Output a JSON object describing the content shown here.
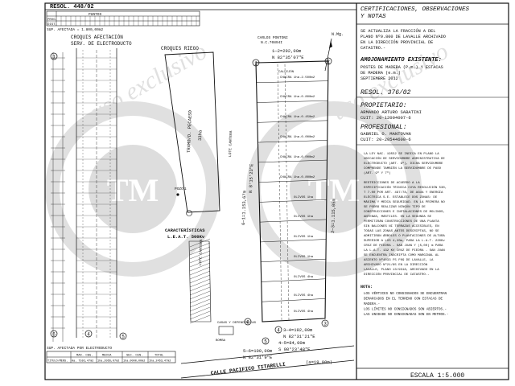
{
  "header": {
    "resol_top": "RESOL. 448/02",
    "col_puntos": "PUNTOS",
    "row_prog": "PROG.",
    "row_dist": "DIST.",
    "sup_afectada": "SUP. AFECTADA = 1.800,00m2"
  },
  "left_panel": {
    "croquis_afectacion": "CROQUIS AFECTACIÓN",
    "serv_electroducto": "SERV. DE ELECTRODUCTO",
    "croquis_riego": "CROQUIS RIEGO",
    "tramo_label": "TRAMO/D. PECAESO",
    "tramo_area": "33ha",
    "pozo_label": "POZO",
    "pozo_num": "1",
    "caracteristicas": "CARACTERÍSTICAS",
    "leat": "L.E.A.T.  500Kv"
  },
  "center_panel": {
    "carlos_pontoni": "CARLOS PONTONI",
    "nc_ref": "N.C.70894I",
    "n_mg": "N.Mg.",
    "top_dist": "1—2=292,00m",
    "top_rumbo": "N 82°35'07\"E",
    "callejon": "CALLEJÓN",
    "chacra_labels": [
      "CHACRA 1ha.2.500m2",
      "CHACRA 1ha.0.800m2",
      "CHACRA 1ha.0.450m2",
      "CHACRA 1ha.0.000m2",
      "CHACRA 1ha.0.000m2",
      "CHACRA 1ha.0.800m2"
    ],
    "olivos_labels": [
      "OLIVOS 1ha",
      "OLIVOS 1ha",
      "OLIVOS 1ha",
      "OLIVOS 1ha",
      "OLIVOS 4ha",
      "OLIVOS 4ha",
      "OLIVOS 4ha"
    ],
    "left_side_dist": "6—1=1.153,67m",
    "left_side_rumbo": "N 8°15'23\"E",
    "right_side_dist": "2—3=1.115,05m",
    "bottom_dist_1": "3—4=192,00m",
    "bottom_rumbo_1": "N 82°31'21\"E",
    "bottom_dist_2": "4—5=84,00m",
    "bottom_rumbo_2": "S 08°23'48\"E",
    "bottom_dist_3": "5—6=100,00m",
    "bottom_rumbo_3": "N 82°31'9\"E",
    "calle_ancho": "(a=19,00m)",
    "calle_name": "CALLE PACIFICO TITARELLI",
    "casas": "CASAS Y DEPENDENCIAS",
    "bomba": "BOMBA",
    "lote_label": "LOTE CANTERA",
    "vertex_numbers": [
      "1",
      "2",
      "3",
      "4",
      "5",
      "6"
    ],
    "circle_numbers": [
      "3",
      "4",
      "5"
    ],
    "sup_table_title": "SUP. AFECTADA POR ELECTRODUCTO",
    "sup_table_headers": [
      "",
      "MAX. CBG.",
      "MEDIA",
      "SEC. CEN.",
      "TOTAL"
    ],
    "sup_table_row": [
      "TITULO/MENS.",
      "Ha. 7592,47m2",
      "1ha.2066,07m2",
      "1ha.0000,00m2",
      "1ha.2463,47m2"
    ]
  },
  "right_panel": {
    "cert_title_1": "CERTIFICACIONES, OBSERVACIONES",
    "cert_title_2": "Y NOTAS",
    "actualiza": [
      "SE ACTUALIZA LA FRACCIÓN A DEL",
      "PLANO Nº9.800 DE LAVALLE ARCHIVADO",
      "EN LA DIRECCIÓN PROVINCIAL DE",
      "CATASTRO.-"
    ],
    "amojonamiento_title": "AMOJONAMIENTO EXISTENTE:",
    "amojonamiento_text": [
      "POSTES DE MADERA (P.m.) Y ESTACAS",
      "DE MADERA (e.m.)",
      "SEPTIEMBRE 2012"
    ],
    "resol": "RESOL. 376/02",
    "propietario_label": "PROPIETARIO:",
    "propietario_name": "ARMANDO ARTURO SABATINI",
    "propietario_cuit": "CUIT: 20-12004007-6",
    "profesional_label": "PROFESIONAL:",
    "profesional_name": "GABRIEL O. MANTOVAN",
    "profesional_cuit": "CUIT: 20-20544600-6",
    "notes_1": [
      "LA LEY NAC. 19552 SE INDICA EN PLANO LA",
      "UBICACIÓN DE SERVIDUMBRE ADMINISTRATIVA DE",
      "ELECTRODUCTO (ART. 9º), DICHA SERVIDUMBRE",
      "COMPRENDE TAMBIÉN LA SERVIDUMBRE DE PASO",
      "(ART. 9º Y 7º)"
    ],
    "notes_2": [
      "RESTRICCIONES DE ACUERDO A LA",
      "ESPECIFICACIÓN TÉCNICA CUYA RESOLUCIÓN 530,",
      "T 7-00 POR ART. 497/78, DE AGUA Y ENERGÍA",
      "ELÉCTRICA S.E. ESTABLECE DOS ZONAS: DE",
      "MÁXIMA Y MEDIA SEGURIDAD. EN LA PRIMERA NO",
      "SE PODRÁ REALIZAR NINGÚN TIPO DE",
      "CONSTRUCCIONES E INSTALACIONES DE MOLINOS,",
      "ANTENAS, MÁSTILES. EN LA SEGUNDA SE",
      "PERMITIRÁN CONSTRUCCIONES DE UNA PLANTA",
      "SIN BALCONES NI TERRAZAS ACCESIBLES, EN",
      "TODAS LAS ZONAS ANTES DESCRIPTAS, NO SE",
      "ADMITIRÁN ÁRBOLES O PLANTACIONES DE ALTURA",
      "SUPERIOR A LOS 4,20m, PARA LA L.A.T. 220Kv",
      "CRUZ DE PIEDRA - SAN JUAN Y (5,00) m PARA",
      "LA L.A.T. 132 KV CRUZ DE PIEDRA - SAN JUAN",
      "SE ENCUENTRA INSCRIPTA COMO MARGINAL AL",
      "ASIENTO Nº4033 F5 F09 DE LAVALLE, LA",
      "ARCHIVADO Nº21/85 EN LA DIRECCIÓN",
      "LAVALLE, PLANO 13/9318, ARCHIVADO EN LA",
      "DIRECCIÓN PROVINCIAL DE CATASTRO.-"
    ],
    "nota_label": "NOTA:",
    "nota_lines": [
      "LOS VÉRTICES NO CONSIGNADOS SE ENCUENTRAN",
      "DEMARCADOS EN EL TERRENO CON ESTACAS DE",
      "MADERA.-",
      "LOS LÍMITES NO CONSIGNADOS SON ABIERTOS.-",
      "LAS UNIDADE NO CONSIGNADAS SON EN METROS.-"
    ],
    "escala": "ESCALA 1:5.000"
  },
  "watermark": {
    "logo_text": "TM",
    "slogan": "uso exclusivo"
  }
}
